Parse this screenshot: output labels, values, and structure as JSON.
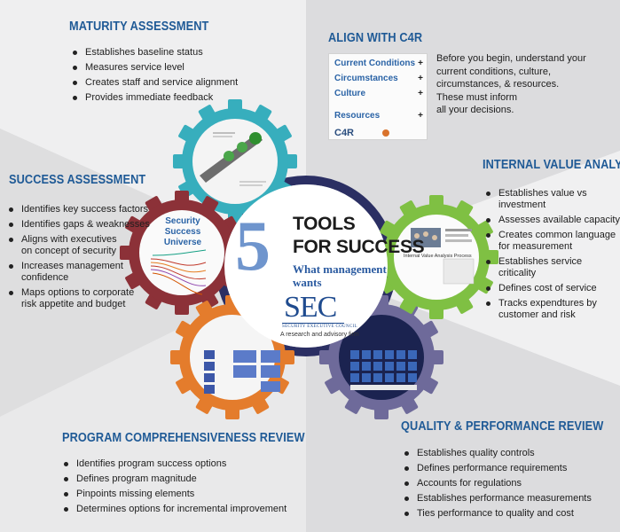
{
  "center": {
    "number": "5",
    "title_line1": "TOOLS",
    "title_line2": "FOR SUCCESS",
    "subtitle_line1": "What management",
    "subtitle_line2": "wants",
    "logo": "SEC",
    "logo_caption": "SECURITY EXECUTIVE COUNCIL",
    "logo_tagline": "A research and advisory firm"
  },
  "maturity": {
    "heading": "MATURITY ASSESSMENT",
    "items": [
      "Establishes baseline status",
      "Measures service level",
      "Creates staff and service alignment",
      "Provides immediate feedback"
    ]
  },
  "c4r": {
    "heading": "ALIGN WITH C4R",
    "text_lines": [
      "Before you begin, understand your",
      "current conditions, culture,",
      "circumstances, & resources.",
      "These must inform",
      "all your decisions."
    ],
    "card": {
      "rows": [
        "Current Conditions",
        "Circumstances",
        "Culture",
        "Resources"
      ],
      "footer": "C4R"
    }
  },
  "success": {
    "heading": "SUCCESS ASSESSMENT",
    "items": [
      "Identifies key success factors",
      "Identifies gaps & weaknesses",
      "Aligns with executives|on concept of security",
      "Increases management|confidence",
      "Maps options to corporate|risk appetite and budget"
    ],
    "card_title": [
      "Security",
      "Success",
      "Universe"
    ]
  },
  "value": {
    "heading": "INTERNAL VALUE ANALYSIS",
    "items": [
      "Establishes value vs|investment",
      "Assesses available capacity",
      "Creates common language|for measurement",
      "Establishes service|criticality",
      "Defines cost of service",
      "Tracks expendtures by|customer and risk"
    ],
    "card_title": "Internal Value Analysis Process"
  },
  "program": {
    "heading": "PROGRAM COMPREHENSIVENESS REVIEW",
    "items": [
      "Identifies program success options",
      "Defines program magnitude",
      "Pinpoints missing elements",
      "Determines options for incremental improvement"
    ]
  },
  "quality": {
    "heading": "QUALITY & PERFORMANCE REVIEW",
    "items": [
      "Establishes quality controls",
      "Defines performance requirements",
      "Accounts for regulations",
      "Establishes performance measurements",
      "Ties performance to quality and cost"
    ]
  },
  "colors": {
    "heading": "#1f5a96",
    "teal": "#37aebd",
    "maroon": "#8c3138",
    "green": "#7fc043",
    "orange": "#e47c2c",
    "purple": "#6e6a9a",
    "navy": "#2b2f63",
    "center_number": "#6f95cd"
  }
}
